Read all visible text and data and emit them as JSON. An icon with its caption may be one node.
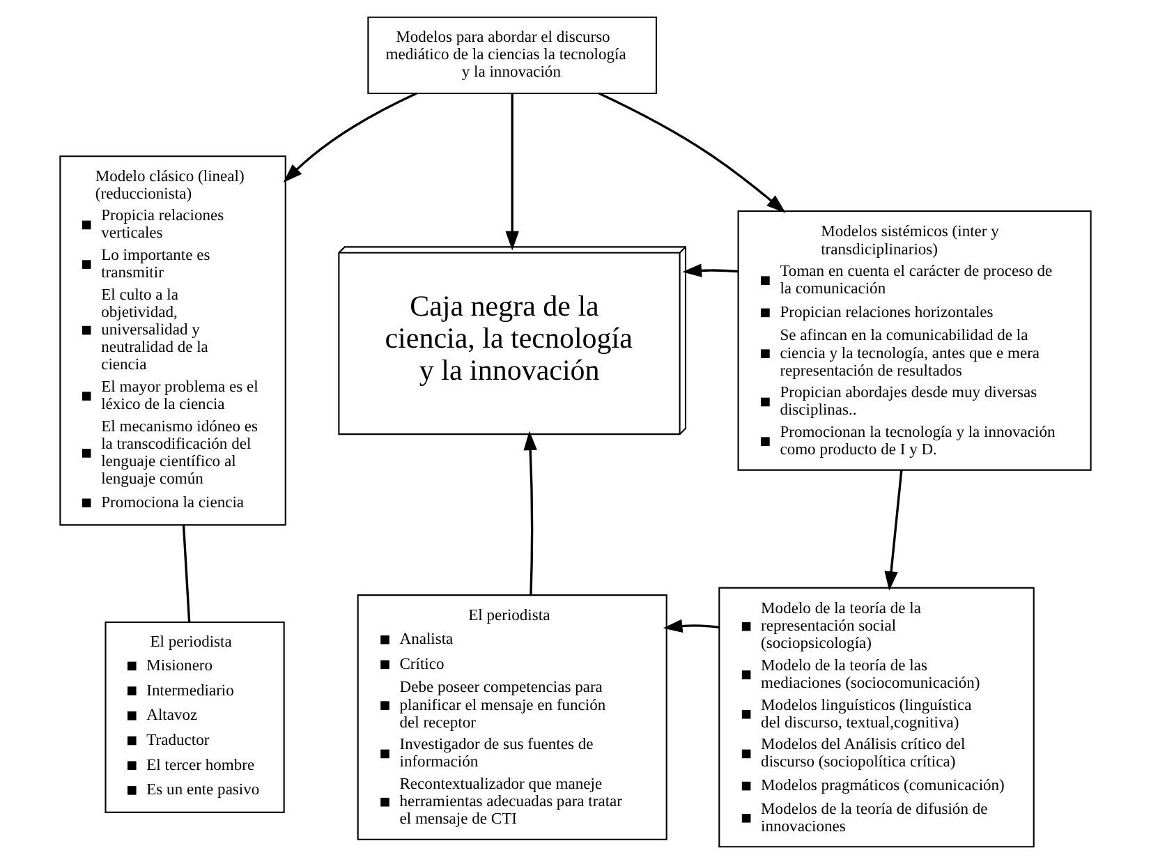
{
  "diagram": {
    "nodes": [
      {
        "text": [
          "Modelos para abordar el discurso mediático de la ciencias la tecnología y la innovación"
        ]
      },
      {
        "text": [
          "Modelo clásico (lineal) (reduccionista)",
          "Propicia relaciones verticales",
          "Lo importante es transmitir",
          "El culto a la objetividad, universalidad y neutralidad de la ciencia",
          "El mayor problema es el léxico de la ciencia",
          "El mecanismo idóneo es la transcodificación del lenguaje científico al lenguaje común",
          "Promociona la ciencia"
        ]
      },
      {
        "text": [
          "El periodista",
          "Misionero",
          "Intermediario",
          "Altavoz",
          "Traductor",
          "El tercer hombre",
          "Es un ente pasivo"
        ]
      },
      {
        "text": [
          "Caja negra de la ciencia, la tecnología y la innovación"
        ]
      },
      {
        "text": [
          "Modelos sistémicos (inter y transdiciplinarios)",
          "Toman en cuenta el carácter de proceso de la comunicación",
          "Propician relaciones horizontales",
          "Se afincan en la comunicabilidad de la ciencia y la tecnología, antes que e mera representación de resultados",
          "Propician abordajes desde muy diversas disciplinas..",
          "Promocionan la tecnología y la innovación como producto de I y D."
        ]
      },
      {
        "text": [
          "Modelo de la teoría de la representación social (sociopsicología)",
          "Modelo de la teoría de las mediaciones (sociocomunicación)",
          "Modelos linguísticos (linguística del discurso, textual,cognitiva)",
          "Modelos del Análisis crítico del discurso (sociopolítica crítica)",
          "Modelos pragmáticos (comunicación)",
          "Modelos de la teoría de difusión de innovaciones"
        ]
      },
      {
        "text": [
          "El periodista",
          "Analista",
          "Crítico",
          "Debe poseer competencias para planificar el mensaje en función del receptor",
          "Investigador de sus fuentes de información",
          "Recontextualizador que maneje herramientas adecuadas para tratar el mensaje de CTI"
        ]
      }
    ],
    "edges": [
      {
        "from": 0,
        "to": 1,
        "arrow": "to"
      },
      {
        "from": 0,
        "to": 3,
        "arrow": "to"
      },
      {
        "from": 0,
        "to": 4,
        "arrow": "to"
      },
      {
        "from": 1,
        "to": 2,
        "arrow": "none"
      },
      {
        "from": 4,
        "to": 3,
        "arrow": "to"
      },
      {
        "from": 4,
        "to": 5,
        "arrow": "to"
      },
      {
        "from": 5,
        "to": 6,
        "arrow": "to"
      },
      {
        "from": 6,
        "to": 3,
        "arrow": "to"
      }
    ]
  }
}
